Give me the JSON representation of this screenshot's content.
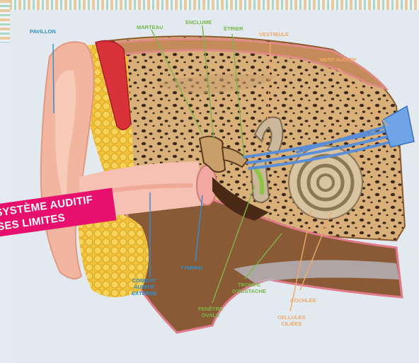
{
  "labels": {
    "pavillon": "PAVILLON",
    "marteau": "MARTEAU",
    "enclume": "ENCLUME",
    "etrier": "ÉTRIER",
    "vestibule": "VESTIBULE",
    "nerf_auditif": "NERF AUDITIF",
    "conduit": [
      "CONDUIT",
      "AUDITIF",
      "EXTERNE"
    ],
    "tympan": "TYMPAN",
    "fenetre": [
      "FENÊTRE",
      "OVALE"
    ],
    "trompe": [
      "TROMPE",
      "D'EUSTACHE"
    ],
    "cellules": [
      "CELLULES",
      "CILIÉES"
    ],
    "cochlee": "COCHLÉE"
  },
  "banner": {
    "line1": "SYSTÈME AUDITIF",
    "line2": "SES LIMITES"
  },
  "colors": {
    "banner": "#e8106e",
    "label_blue": "#2e8fd0",
    "label_green": "#7ab648",
    "label_orange": "#f0a868"
  }
}
